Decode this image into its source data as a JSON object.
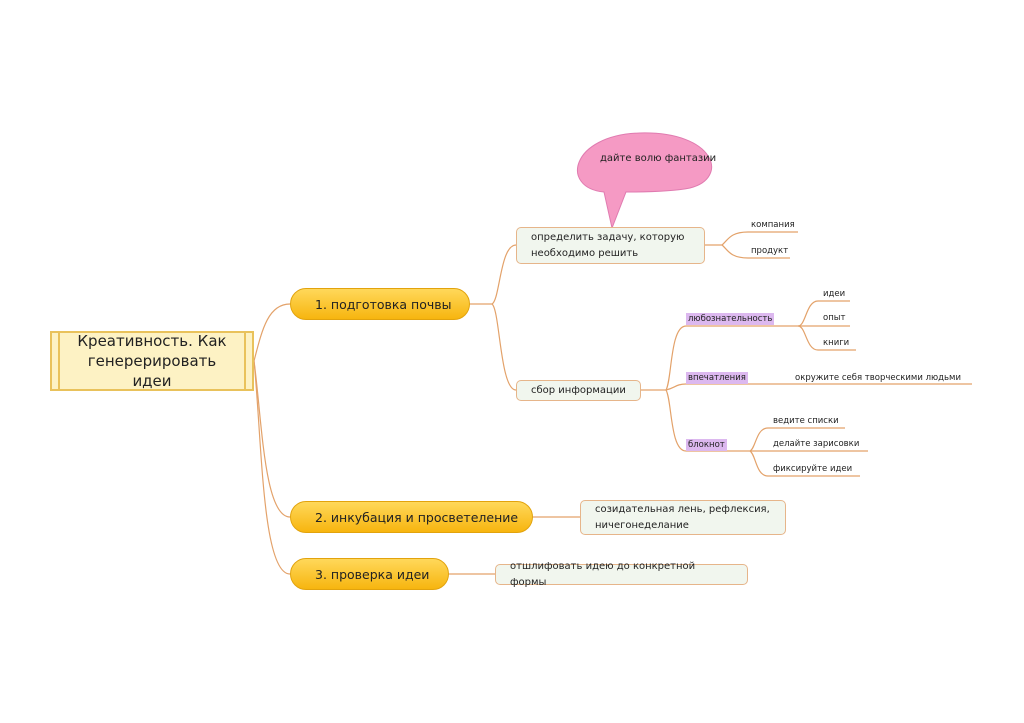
{
  "central": "Креативность. Как генерерировать идеи",
  "branches": [
    "1. подготовка почвы",
    "2. инкубация и просветеление",
    "3. проверка идеи"
  ],
  "subtopics": {
    "task": "определить задачу, которую необходимо решить",
    "info": "сбор информации",
    "incubation": "созидательная лень, рефлексия, ничегонеделание",
    "verify": "отшлифовать идею до конкретной формы"
  },
  "callout": "дайте волю фантазии",
  "task_leaves": [
    "компания",
    "продукт"
  ],
  "info_tags": [
    "любознательность",
    "впечатления",
    "блокнот"
  ],
  "curiosity_leaves": [
    "идеи",
    "опыт",
    "книги"
  ],
  "impressions_leaf": "окружите себя творческими людьми",
  "notebook_leaves": [
    "ведите списки",
    "делайте зарисовки",
    "фиксируйте идеи"
  ],
  "colors": {
    "connector": "#e3a26a",
    "branch_fill": "#fcc41e",
    "subtopic_fill": "#f1f6ee",
    "tag_fill": "#dcb8ef",
    "callout_fill": "#f59ac4",
    "central_fill": "#fdf2c4"
  }
}
